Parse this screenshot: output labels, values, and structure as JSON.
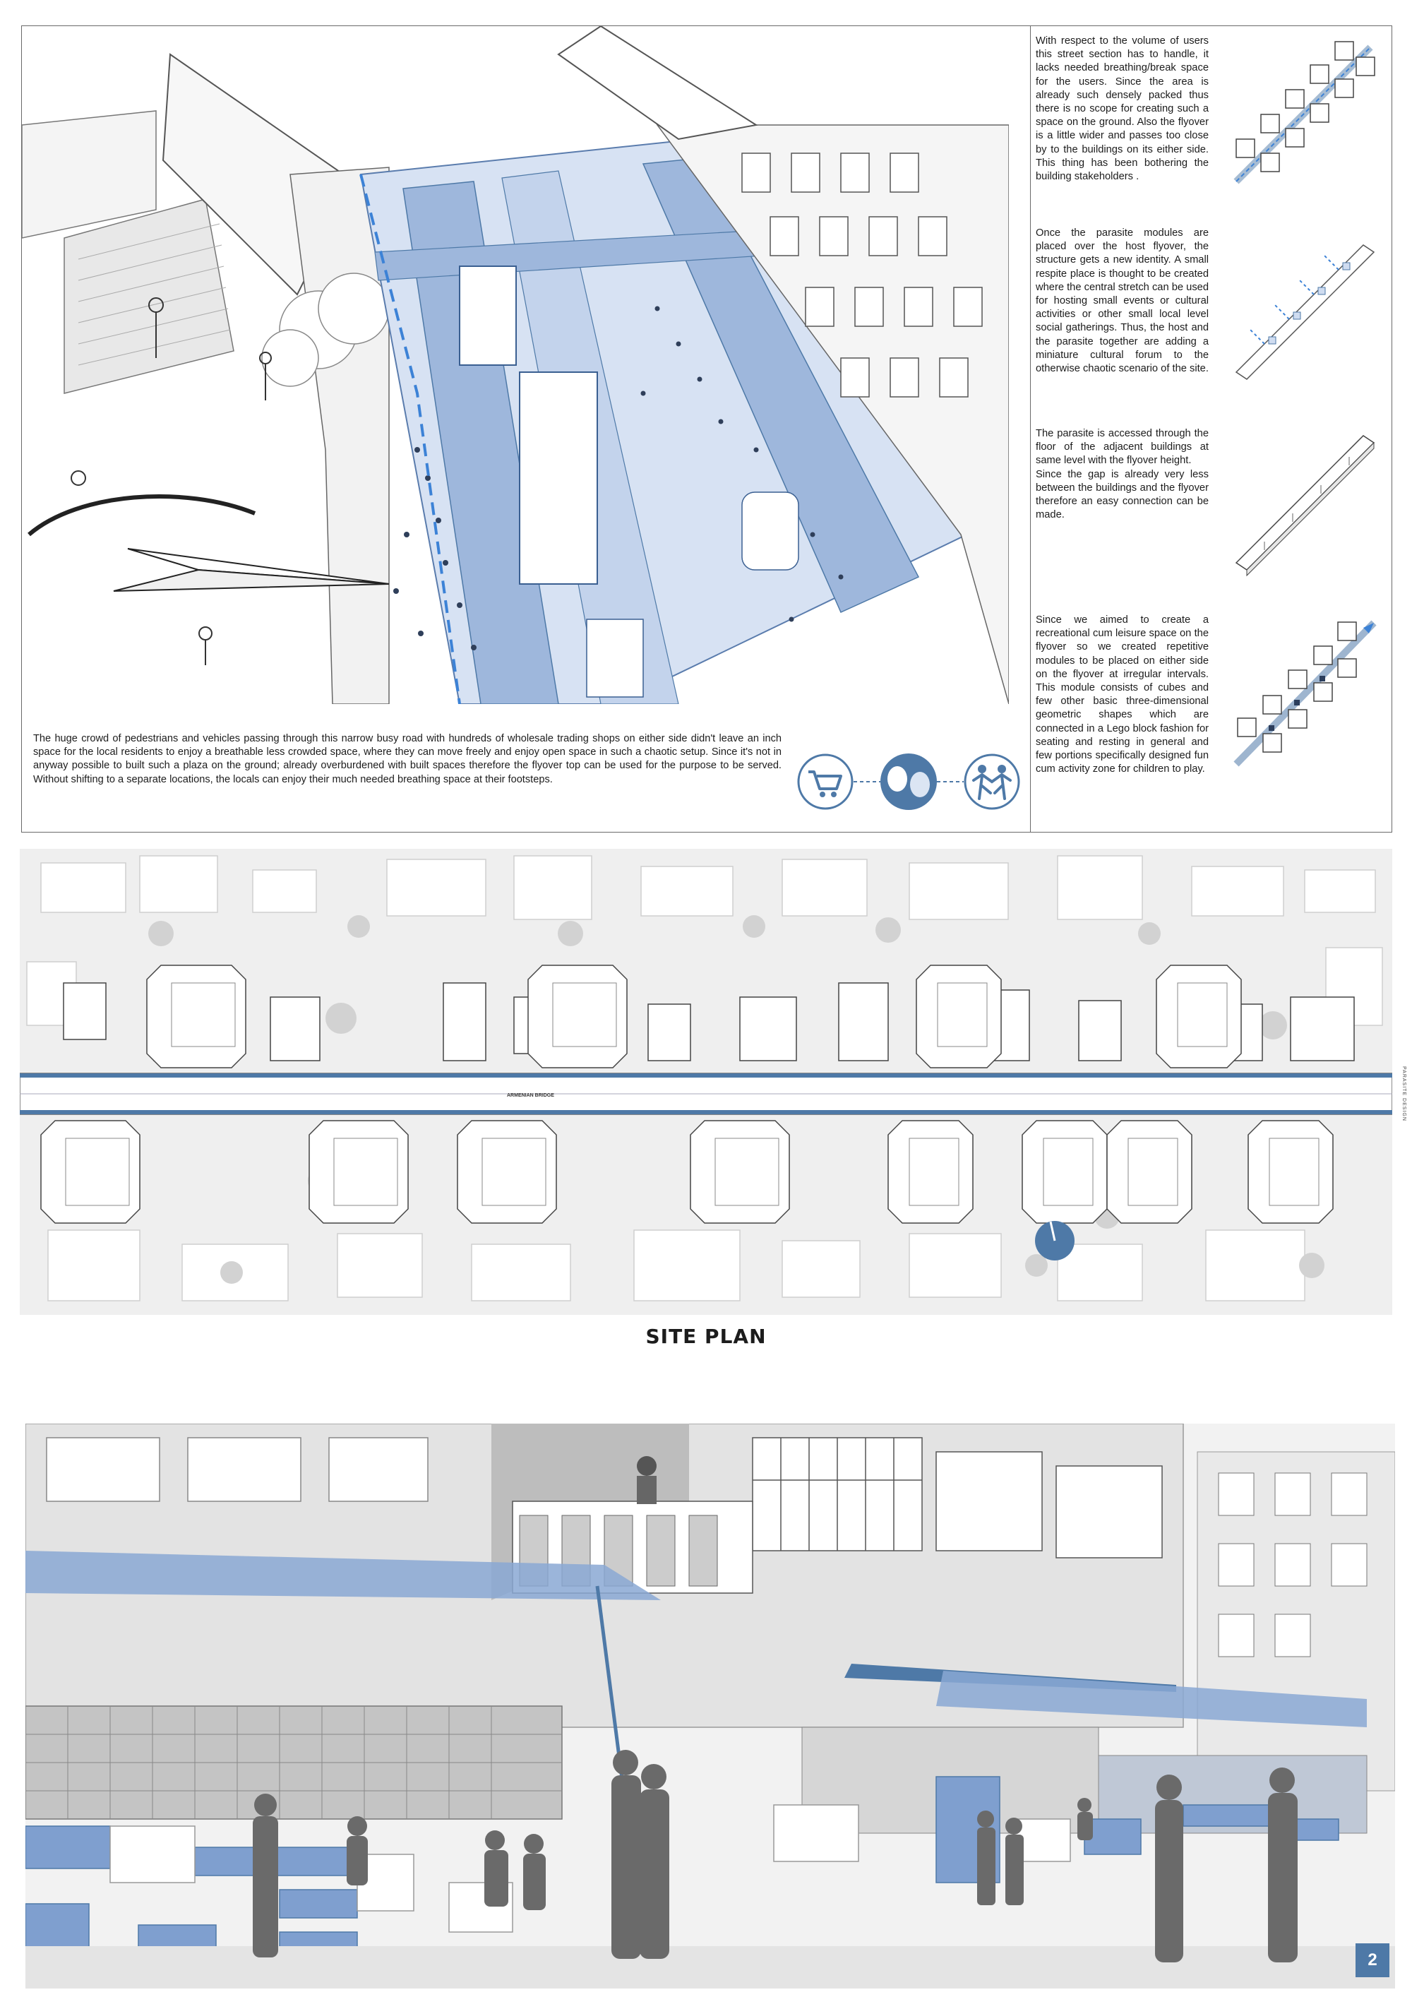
{
  "colors": {
    "accent_blue": "#4e79a7",
    "light_blue": "#c6d6ee",
    "line_gray": "#6a6a6a",
    "plan_gray": "#ececec"
  },
  "top_panel": {
    "bottom_paragraph": "The huge crowd of pedestrians and vehicles passing through this narrow busy road with hundreds of wholesale trading shops on either side didn't leave an inch space for the local residents to enjoy a breathable less crowded space, where they can move freely and enjoy open space in such a chaotic setup. Since it's not in anyway possible to built such a plaza on the ground; already overburdened with built spaces therefore the flyover top can be used for the purpose to be served. Without shifting to a separate locations, the locals can enjoy their much needed breathing space at their footsteps.",
    "side_texts": [
      "With respect to the volume of users this street section has to handle, it lacks needed breathing/break space for the users. Since the area is already such densely packed thus there is no scope for creating such a space on the ground. Also the flyover is a little wider and passes too close by to the buildings on its either side. This thing has been bothering the building stakeholders .",
      "Once the parasite modules are placed over the host flyover, the structure gets a new identity. A small respite place is thought to be created where the central stretch can be used for hosting small events or cultural activities or other small local level social gatherings. Thus, the host and the parasite together are adding a miniature cultural forum to the otherwise chaotic scenario of the site.",
      "The parasite is accessed through the floor of the adjacent buildings at same level with the flyover height.\nSince the gap is already very less between the buildings and the flyover therefore an easy connection can be made.",
      "Since we aimed to create a recreational cum leisure space on the flyover so we created repetitive modules to be placed on either side on the flyover at irregular intervals. This module consists of cubes and few other basic three-dimensional geometric shapes which are connected in a Lego block fashion for seating and resting in general and few portions specifically designed fun cum activity zone for children to play."
    ],
    "icons": [
      "shopping-cart-icon",
      "conversation-icon",
      "children-playing-icon"
    ]
  },
  "site_plan": {
    "title": "SITE PLAN",
    "road_label": "ARMENIAN BRIDGE",
    "vertical_note": "PARASITE DESIGN"
  },
  "page_number": "2"
}
